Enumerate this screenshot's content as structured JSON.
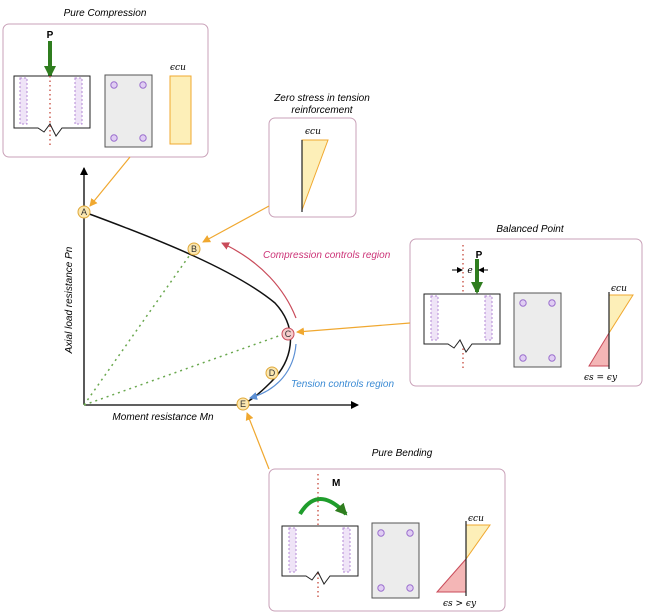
{
  "panels": {
    "pure_compression": {
      "title": "Pure Compression",
      "load": "P",
      "strain": "ϵcu"
    },
    "zero_stress": {
      "title_line1": "Zero stress in tension",
      "title_line2": "reinforcement",
      "strain": "ϵcu"
    },
    "balanced": {
      "title": "Balanced Point",
      "load": "P",
      "ecc": "e",
      "strain_top": "ϵcu",
      "strain_bottom": "ϵs = ϵy"
    },
    "pure_bending": {
      "title": "Pure Bending",
      "moment": "M",
      "strain_top": "ϵcu",
      "strain_bottom": "ϵs > ϵy"
    }
  },
  "interaction": {
    "y_axis": "Axial load resistance Pn",
    "x_axis": "Moment resistance Mn",
    "points": [
      "A",
      "B",
      "C",
      "D",
      "E"
    ],
    "compression_region": "Compression controls region",
    "tension_region": "Tension controls region"
  },
  "colors": {
    "panel_border": "#c9a1b8",
    "connector": "#f0a830",
    "point_fill": "#fbe7b0",
    "point_c_fill": "#f6cccc",
    "rebar": "#b388d6",
    "strain_fill": "#fdefb8",
    "tension_fill": "#f4b6b6",
    "load_arrow": "#2f7d1f",
    "compression_text": "#cc3377",
    "tension_text": "#3a8ad4",
    "dotted_line": "#6aa84f",
    "center_line": "#c0392b"
  }
}
